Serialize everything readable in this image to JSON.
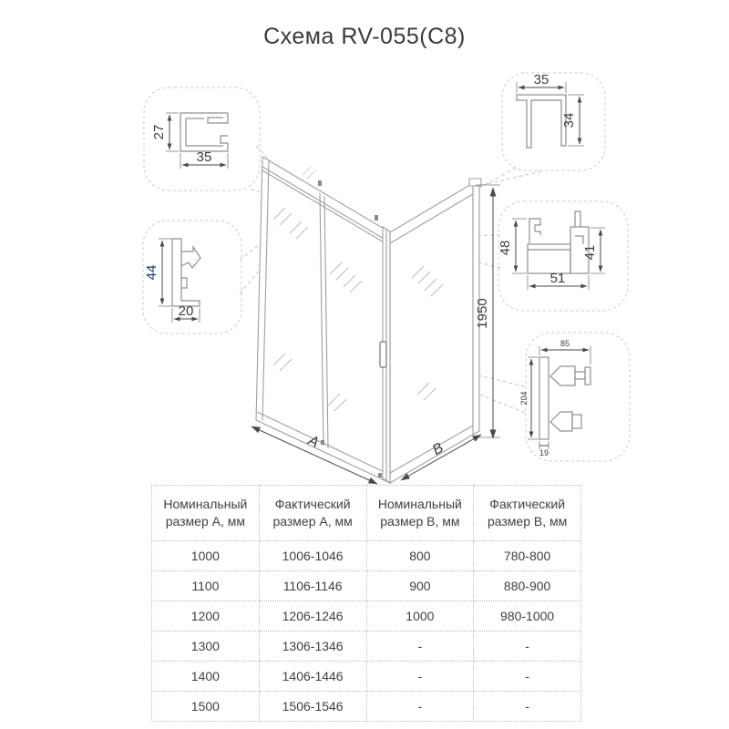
{
  "title": "Схема RV-055(C8)",
  "diagram": {
    "dims": {
      "height": "1950",
      "width": "A",
      "depth": "B"
    },
    "profiles": {
      "top_left": {
        "height": "27",
        "width": "35"
      },
      "wall": {
        "height": "44",
        "width": "20"
      },
      "top_right": {
        "width": "35",
        "height": "34"
      },
      "bottom_rail": {
        "left_height": "48",
        "right_height": "41",
        "width": "51"
      },
      "handle": {
        "width": "85",
        "length": "204",
        "thickness": "19"
      }
    }
  },
  "table": {
    "headers": [
      "Номинальный размер А, мм",
      "Фактический размер А, мм",
      "Номинальный размер В, мм",
      "Фактический размер В, мм"
    ],
    "rows": [
      [
        "1000",
        "1006-1046",
        "800",
        "780-800"
      ],
      [
        "1100",
        "1106-1146",
        "900",
        "880-900"
      ],
      [
        "1200",
        "1206-1246",
        "1000",
        "980-1000"
      ],
      [
        "1300",
        "1306-1346",
        "-",
        "-"
      ],
      [
        "1400",
        "1406-1446",
        "-",
        "-"
      ],
      [
        "1500",
        "1506-1546",
        "-",
        "-"
      ]
    ]
  },
  "colors": {
    "frame_line": "#9aa0a6",
    "dimension_line": "#4a4a4a",
    "accent_blue": "#17365d",
    "leader_line": "#c6c6c6",
    "table_border": "#bdbdbd",
    "text": "#3f3f3f"
  }
}
